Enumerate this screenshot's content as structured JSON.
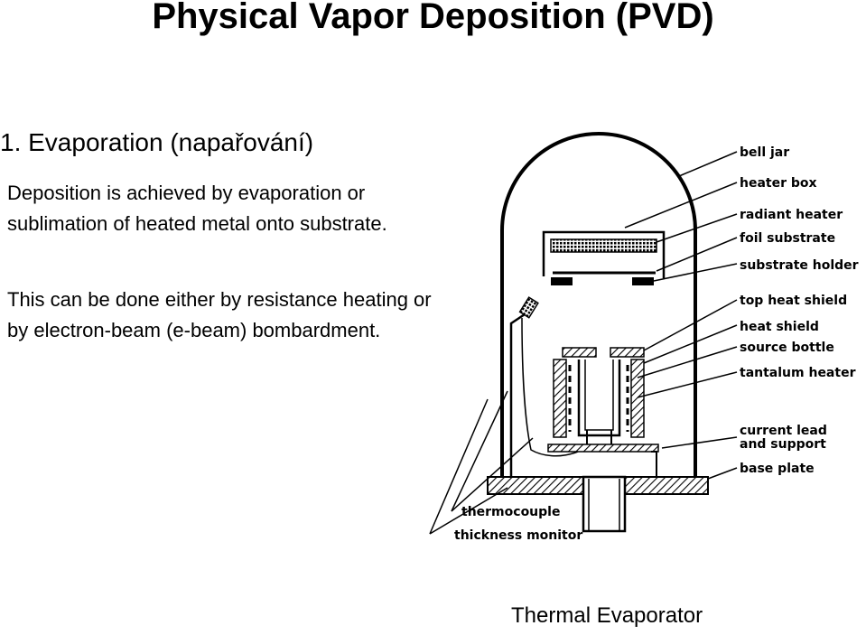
{
  "title": "Physical Vapor Deposition (PVD)",
  "section_heading": "1. Evaporation (napařování)",
  "paragraphs": [
    "Deposition is achieved by evaporation or sublimation of heated metal onto substrate.",
    "This can be done either by resistance heating or by electron-beam (e-beam) bombardment."
  ],
  "diagram": {
    "labels_right": [
      "bell jar",
      "heater box",
      "radiant heater",
      "foil substrate",
      "substrate holder",
      "top heat shield",
      "heat shield",
      "source bottle",
      "tantalum heater",
      "current lead",
      "and support",
      "base plate"
    ],
    "labels_bottom": [
      "thermocouple",
      "thickness monitor"
    ]
  },
  "caption": "Thermal Evaporator"
}
